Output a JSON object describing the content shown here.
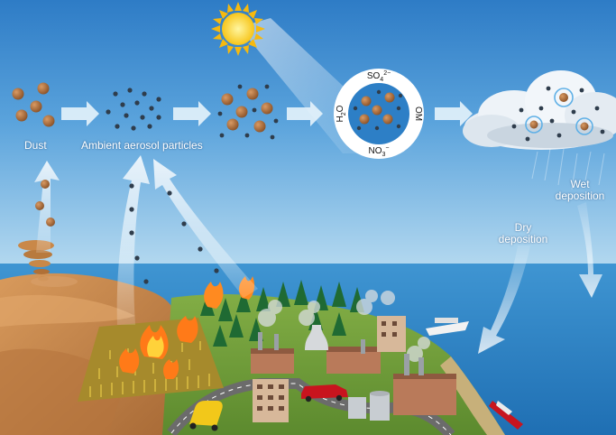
{
  "labels": {
    "dust": "Dust",
    "ambient": "Ambient aerosol particles",
    "dry_line1": "Dry",
    "dry_line2": "deposition",
    "wet_line1": "Wet",
    "wet_line2": "deposition"
  },
  "ring": {
    "top_base": "SO",
    "top_sub": "4",
    "top_sup": "2−",
    "bottom_base": "NO",
    "bottom_sub": "3",
    "bottom_sup": "−",
    "left_base": "H",
    "left_sub": "2",
    "left_tail": "O",
    "right": "OM"
  },
  "colors": {
    "sky_top": "#2f7fc8",
    "sky_bottom": "#a9d3ee",
    "sea": "#2d86c6",
    "dust_particle": "#a66a3a",
    "ambient_particle": "#2f3d4c",
    "arrow": "#e6f3fb",
    "desert": "#c98a4e",
    "land": "#6f9a3a"
  },
  "icons": [
    "sun-icon",
    "tornado-icon",
    "cloud-icon",
    "fire-icon",
    "factory-icon",
    "car-icon",
    "ship-icon",
    "tree-icon"
  ]
}
